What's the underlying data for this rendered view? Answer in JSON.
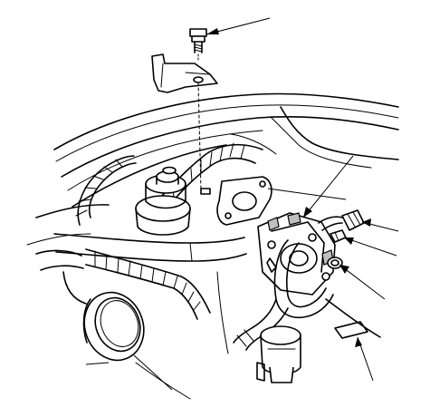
{
  "figure": {
    "callouts": [
      {
        "id": "bolt"
      },
      {
        "id": "connector"
      },
      {
        "id": "clip"
      },
      {
        "id": "hose-clamp"
      },
      {
        "id": "valve"
      },
      {
        "id": "bracket-piece"
      },
      {
        "id": "gasket"
      },
      {
        "id": "seal-ring"
      },
      {
        "id": "reservoir"
      }
    ]
  }
}
